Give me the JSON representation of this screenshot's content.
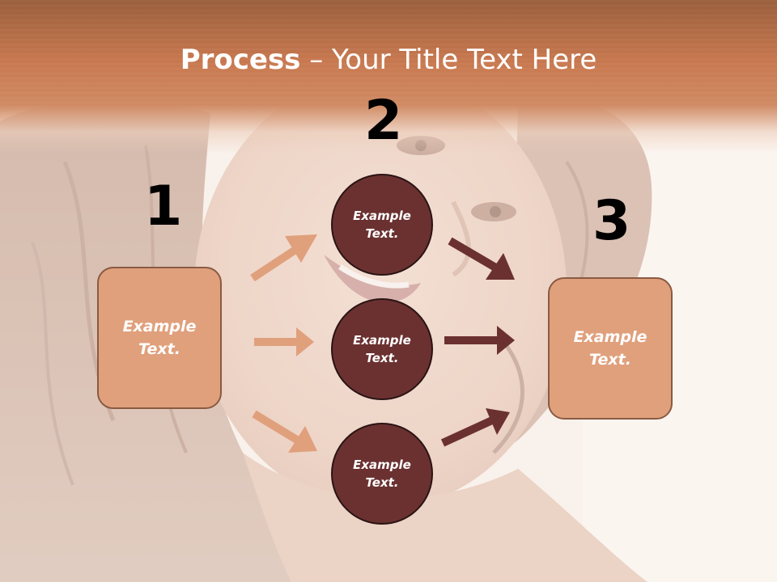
{
  "title": {
    "bold": "Process",
    "rest": " – Your Title Text Here"
  },
  "steps": [
    {
      "number": "1",
      "lines": [
        "Example",
        "Text."
      ]
    },
    {
      "number": "2",
      "lines": [
        "Example",
        "Text."
      ]
    },
    {
      "number": "3",
      "lines": [
        "Example",
        "Text."
      ]
    }
  ],
  "circles": [
    {
      "lines": [
        "Example",
        "Text."
      ]
    },
    {
      "lines": [
        "Example",
        "Text."
      ]
    },
    {
      "lines": [
        "Example",
        "Text."
      ]
    }
  ],
  "colors": {
    "header": "#c8784f",
    "box_fill": "#e0a07c",
    "circle_fill": "#6b3131",
    "arrow_light": "#e0a07c",
    "arrow_dark": "#6b3131"
  }
}
